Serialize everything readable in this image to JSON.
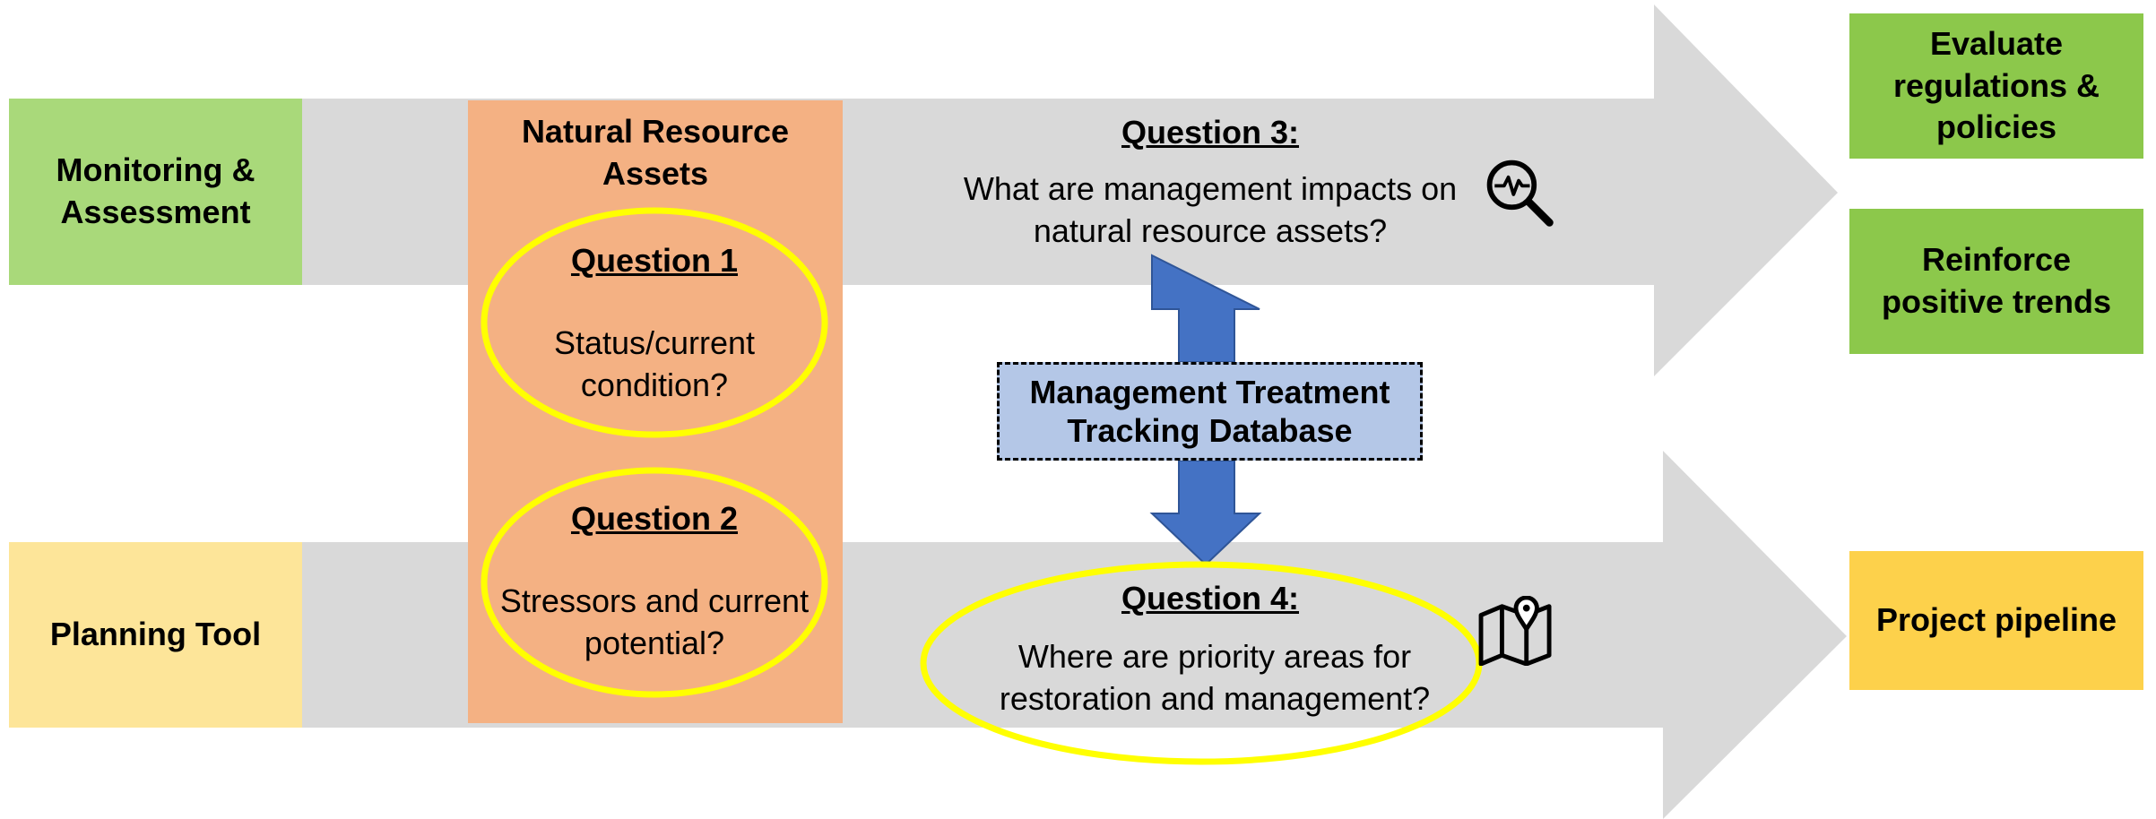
{
  "left_labels": {
    "monitoring": "Monitoring & Assessment",
    "planning": "Planning Tool"
  },
  "assets": {
    "title": "Natural Resource Assets",
    "q1_title": "Question 1",
    "q1_text": "Status/current condition?",
    "q2_title": "Question 2",
    "q2_text": "Stressors and current potential?"
  },
  "question3": {
    "title": "Question 3:",
    "text": "What are management impacts on natural resource assets?"
  },
  "question4": {
    "title": "Question 4:",
    "text": "Where are priority areas for restoration and management?"
  },
  "database": {
    "label": "Management Treatment Tracking Database"
  },
  "outcomes": {
    "evaluate": "Evaluate regulations & policies",
    "reinforce": "Reinforce positive trends",
    "pipeline": "Project pipeline"
  },
  "icons": [
    "magnifier-pulse-icon",
    "map-pin-icon"
  ],
  "colors": {
    "arrow": "#d9d9d9",
    "monitoring": "#a9d97a",
    "planning": "#fde599",
    "assets": "#f4b183",
    "outcome_green": "#8cc84b",
    "pipeline": "#fdd14b",
    "highlight": "#ffff00",
    "database": "#b4c7e7",
    "db_arrow": "#4472c4"
  }
}
